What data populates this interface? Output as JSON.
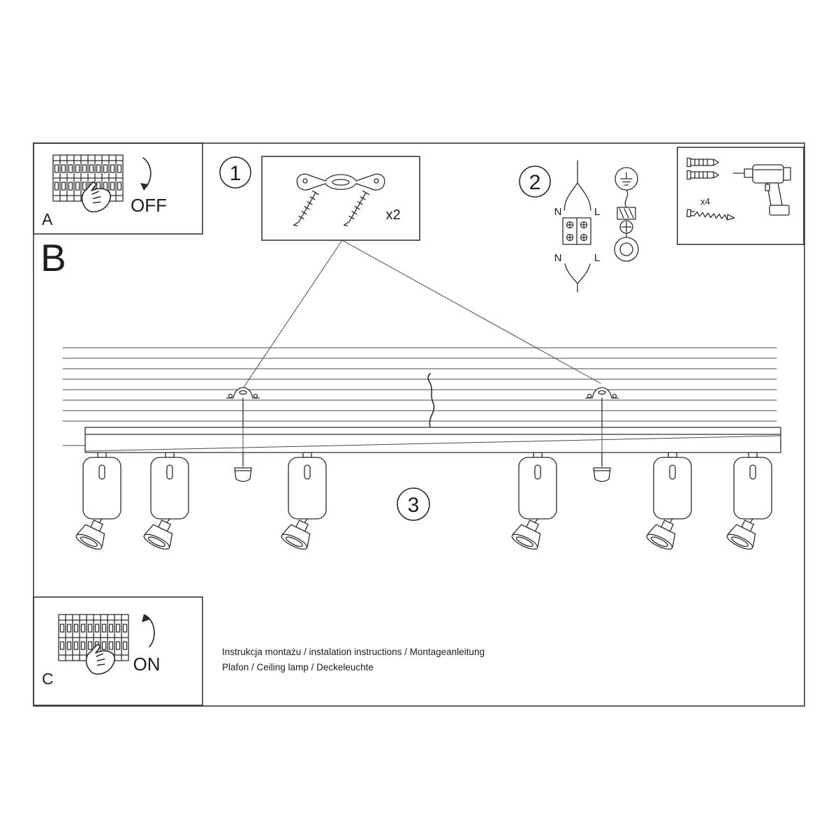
{
  "meta": {
    "title": "Ceiling lamp installation instruction sheet"
  },
  "labels": {
    "panel_a": "A",
    "panel_b": "B",
    "panel_c": "C",
    "power_off": "OFF",
    "power_on": "ON"
  },
  "steps": {
    "one": "1",
    "two": "2",
    "three": "3"
  },
  "quantities": {
    "brackets": "x2",
    "anchors": "x4"
  },
  "wiring": {
    "neutral_top": "N",
    "live_top": "L",
    "neutral_bottom": "N",
    "live_bottom": "L"
  },
  "footer": {
    "line1": "Instrukcja montażu / instalation instructions / Montageanleitung",
    "line2": "Plafon / Ceiling lamp / Deckeleuchte"
  },
  "colors": {
    "ink": "#2b2b2b",
    "paper": "#ffffff"
  }
}
